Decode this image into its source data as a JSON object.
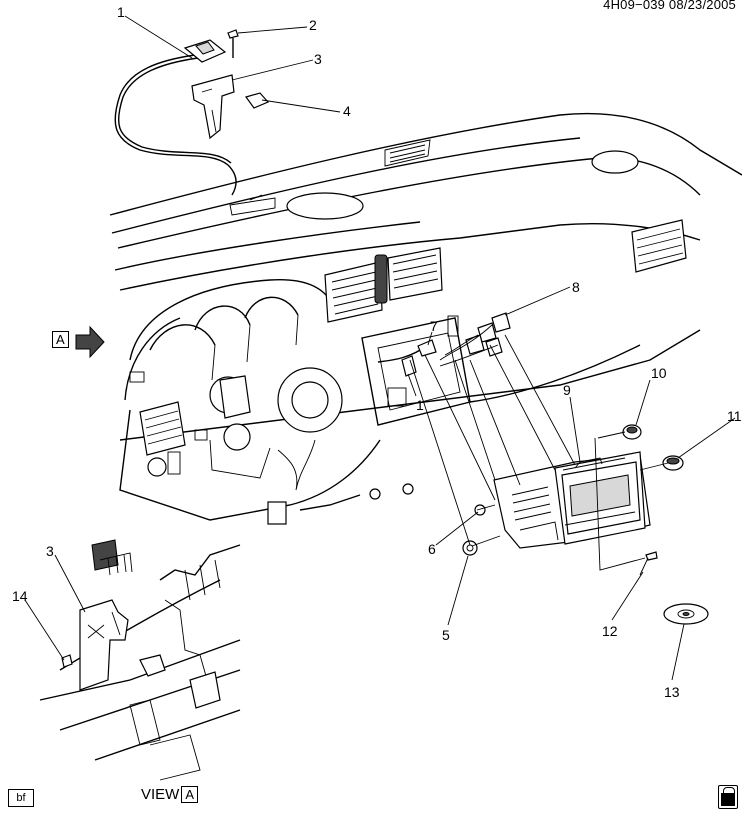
{
  "header": {
    "code": "4H09−039  08/23/2005"
  },
  "callouts": [
    "1",
    "2",
    "3",
    "4",
    "8",
    "7",
    "1",
    "10",
    "9",
    "11",
    "3",
    "14",
    "6",
    "5",
    "12",
    "13"
  ],
  "view_marker": "A",
  "footer": {
    "badge": "bf",
    "view_label": "VIEW",
    "view_letter": "A"
  },
  "logo": {
    "name": "gm-service-logo-icon"
  }
}
